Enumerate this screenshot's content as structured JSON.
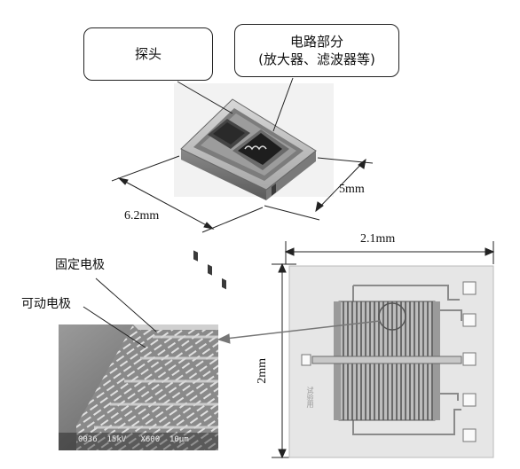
{
  "callouts": {
    "probe": "探头",
    "circuit_line1": "电路部分",
    "circuit_line2": "(放大器、滤波器等)"
  },
  "package_dimensions": {
    "width": "6.2mm",
    "depth": "5mm"
  },
  "chip_dimensions": {
    "width": "2.1mm",
    "height": "2mm"
  },
  "electrode_labels": {
    "fixed": "固定电极",
    "movable": "可动电极"
  },
  "sem_info_bar": "0036  15kV   X600  10μm",
  "chip_marking": "试验用"
}
